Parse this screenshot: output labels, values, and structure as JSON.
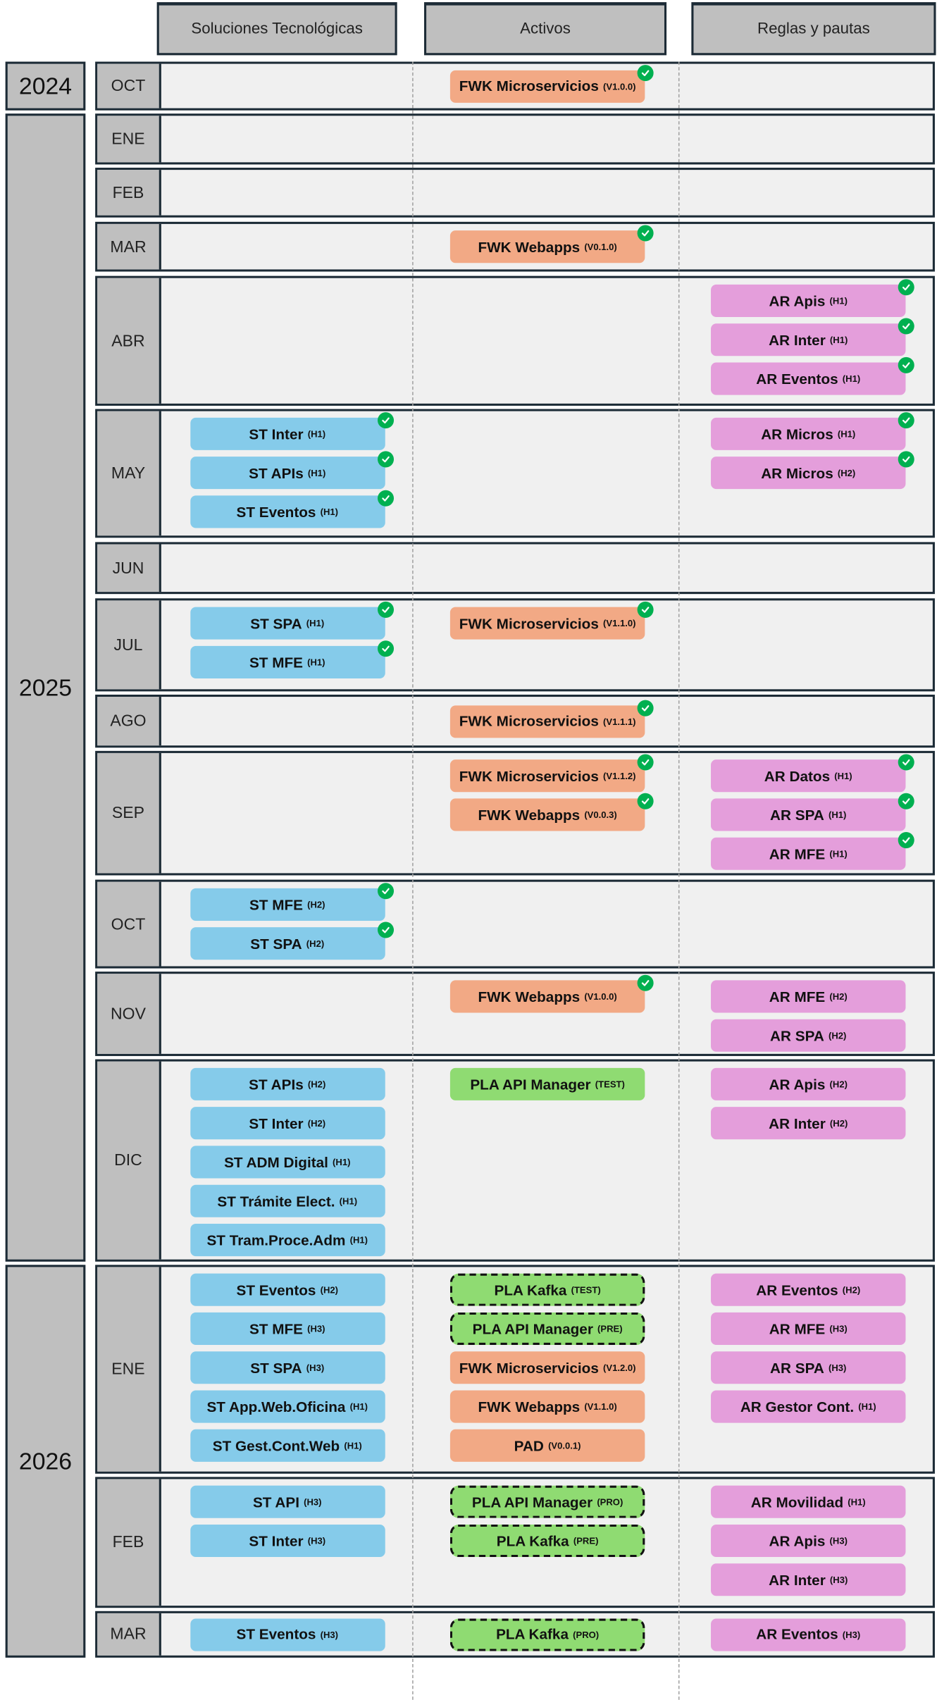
{
  "headers": [
    "Soluciones Tecnológicas",
    "Activos",
    "Reglas y pautas"
  ],
  "colors": {
    "st": "#85cbea",
    "fwk": "#f2a985",
    "pla": "#8fdb72",
    "ar": "#e49edb",
    "check": "#00b050"
  },
  "years": [
    "2024",
    "2025",
    "2026"
  ],
  "rows": [
    {
      "year": "2024",
      "month": "OCT",
      "st": [],
      "activos": [
        {
          "name": "FWK Microservicios",
          "tag": "(V1.0.0)",
          "type": "fwk",
          "done": true
        }
      ],
      "ar": []
    },
    {
      "year": "2025",
      "month": "ENE",
      "st": [],
      "activos": [],
      "ar": []
    },
    {
      "year": "2025",
      "month": "FEB",
      "st": [],
      "activos": [],
      "ar": []
    },
    {
      "year": "2025",
      "month": "MAR",
      "st": [],
      "activos": [
        {
          "name": "FWK Webapps",
          "tag": "(V0.1.0)",
          "type": "fwk",
          "done": true
        }
      ],
      "ar": []
    },
    {
      "year": "2025",
      "month": "ABR",
      "st": [],
      "activos": [],
      "ar": [
        {
          "name": "AR Apis",
          "tag": "(H1)",
          "type": "ar",
          "done": true
        },
        {
          "name": "AR Inter",
          "tag": "(H1)",
          "type": "ar",
          "done": true
        },
        {
          "name": "AR Eventos",
          "tag": "(H1)",
          "type": "ar",
          "done": true
        }
      ]
    },
    {
      "year": "2025",
      "month": "MAY",
      "st": [
        {
          "name": "ST Inter",
          "tag": "(H1)",
          "type": "st",
          "done": true
        },
        {
          "name": "ST APIs",
          "tag": "(H1)",
          "type": "st",
          "done": true
        },
        {
          "name": "ST Eventos",
          "tag": "(H1)",
          "type": "st",
          "done": true
        }
      ],
      "activos": [],
      "ar": [
        {
          "name": "AR Micros",
          "tag": "(H1)",
          "type": "ar",
          "done": true
        },
        {
          "name": "AR Micros",
          "tag": "(H2)",
          "type": "ar",
          "done": true
        }
      ]
    },
    {
      "year": "2025",
      "month": "JUN",
      "st": [],
      "activos": [],
      "ar": []
    },
    {
      "year": "2025",
      "month": "JUL",
      "st": [
        {
          "name": "ST SPA",
          "tag": "(H1)",
          "type": "st",
          "done": true
        },
        {
          "name": "ST MFE",
          "tag": "(H1)",
          "type": "st",
          "done": true
        }
      ],
      "activos": [
        {
          "name": "FWK Microservicios",
          "tag": "(V1.1.0)",
          "type": "fwk",
          "done": true
        }
      ],
      "ar": []
    },
    {
      "year": "2025",
      "month": "AGO",
      "st": [],
      "activos": [
        {
          "name": "FWK Microservicios",
          "tag": "(V1.1.1)",
          "type": "fwk",
          "done": true
        }
      ],
      "ar": []
    },
    {
      "year": "2025",
      "month": "SEP",
      "st": [],
      "activos": [
        {
          "name": "FWK Microservicios",
          "tag": "(V1.1.2)",
          "type": "fwk",
          "done": true
        },
        {
          "name": "FWK Webapps",
          "tag": "(V0.0.3)",
          "type": "fwk",
          "done": true
        }
      ],
      "ar": [
        {
          "name": "AR Datos",
          "tag": "(H1)",
          "type": "ar",
          "done": true
        },
        {
          "name": "AR SPA",
          "tag": "(H1)",
          "type": "ar",
          "done": true
        },
        {
          "name": "AR MFE",
          "tag": "(H1)",
          "type": "ar",
          "done": true
        }
      ]
    },
    {
      "year": "2025",
      "month": "OCT",
      "st": [
        {
          "name": "ST MFE",
          "tag": "(H2)",
          "type": "st",
          "done": true
        },
        {
          "name": "ST SPA",
          "tag": "(H2)",
          "type": "st",
          "done": true
        }
      ],
      "activos": [],
      "ar": []
    },
    {
      "year": "2025",
      "month": "NOV",
      "st": [],
      "activos": [
        {
          "name": "FWK Webapps",
          "tag": "(V1.0.0)",
          "type": "fwk",
          "done": true
        }
      ],
      "ar": [
        {
          "name": "AR MFE",
          "tag": "(H2)",
          "type": "ar",
          "done": false
        },
        {
          "name": "AR SPA",
          "tag": "(H2)",
          "type": "ar",
          "done": false
        }
      ]
    },
    {
      "year": "2025",
      "month": "DIC",
      "st": [
        {
          "name": "ST APIs",
          "tag": "(H2)",
          "type": "st",
          "done": false
        },
        {
          "name": "ST Inter",
          "tag": "(H2)",
          "type": "st",
          "done": false
        },
        {
          "name": "ST ADM Digital",
          "tag": "(H1)",
          "type": "st",
          "done": false
        },
        {
          "name": "ST Trámite Elect.",
          "tag": "(H1)",
          "type": "st",
          "done": false
        },
        {
          "name": "ST Tram.Proce.Adm",
          "tag": "(H1)",
          "type": "st",
          "done": false
        }
      ],
      "activos": [
        {
          "name": "PLA API Manager",
          "tag": "(TEST)",
          "type": "pla",
          "done": false
        }
      ],
      "ar": [
        {
          "name": "AR Apis",
          "tag": "(H2)",
          "type": "ar",
          "done": false
        },
        {
          "name": "AR Inter",
          "tag": "(H2)",
          "type": "ar",
          "done": false
        }
      ]
    },
    {
      "year": "2026",
      "month": "ENE",
      "st": [
        {
          "name": "ST Eventos",
          "tag": "(H2)",
          "type": "st",
          "done": false
        },
        {
          "name": "ST MFE",
          "tag": "(H3)",
          "type": "st",
          "done": false
        },
        {
          "name": "ST SPA",
          "tag": "(H3)",
          "type": "st",
          "done": false
        },
        {
          "name": "ST App.Web.Oficina",
          "tag": "(H1)",
          "type": "st",
          "done": false
        },
        {
          "name": "ST Gest.Cont.Web",
          "tag": "(H1)",
          "type": "st",
          "done": false
        }
      ],
      "activos": [
        {
          "name": "PLA Kafka",
          "tag": "(TEST)",
          "type": "pla",
          "dashed": true,
          "done": false
        },
        {
          "name": "PLA API Manager",
          "tag": "(PRE)",
          "type": "pla",
          "dashed": true,
          "done": false
        },
        {
          "name": "FWK Microservicios",
          "tag": "(V1.2.0)",
          "type": "fwk",
          "done": false
        },
        {
          "name": "FWK Webapps",
          "tag": "(V1.1.0)",
          "type": "fwk",
          "done": false
        },
        {
          "name": "PAD",
          "tag": "(V0.0.1)",
          "type": "fwk",
          "done": false
        }
      ],
      "ar": [
        {
          "name": "AR Eventos",
          "tag": "(H2)",
          "type": "ar",
          "done": false
        },
        {
          "name": "AR MFE",
          "tag": "(H3)",
          "type": "ar",
          "done": false
        },
        {
          "name": "AR SPA",
          "tag": "(H3)",
          "type": "ar",
          "done": false
        },
        {
          "name": "AR Gestor Cont.",
          "tag": "(H1)",
          "type": "ar",
          "done": false
        }
      ]
    },
    {
      "year": "2026",
      "month": "FEB",
      "st": [
        {
          "name": "ST API",
          "tag": "(H3)",
          "type": "st",
          "done": false
        },
        {
          "name": "ST Inter",
          "tag": "(H3)",
          "type": "st",
          "done": false
        }
      ],
      "activos": [
        {
          "name": "PLA API Manager",
          "tag": "(PRO)",
          "type": "pla",
          "dashed": true,
          "done": false
        },
        {
          "name": "PLA Kafka",
          "tag": "(PRE)",
          "type": "pla",
          "dashed": true,
          "done": false
        }
      ],
      "ar": [
        {
          "name": "AR Movilidad",
          "tag": "(H1)",
          "type": "ar",
          "done": false
        },
        {
          "name": "AR Apis",
          "tag": "(H3)",
          "type": "ar",
          "done": false
        },
        {
          "name": "AR Inter",
          "tag": "(H3)",
          "type": "ar",
          "done": false
        }
      ]
    },
    {
      "year": "2026",
      "month": "MAR",
      "st": [
        {
          "name": "ST Eventos",
          "tag": "(H3)",
          "type": "st",
          "done": false
        }
      ],
      "activos": [
        {
          "name": "PLA Kafka",
          "tag": "(PRO)",
          "type": "pla",
          "dashed": true,
          "done": false
        }
      ],
      "ar": [
        {
          "name": "AR Eventos",
          "tag": "(H3)",
          "type": "ar",
          "done": false
        }
      ]
    }
  ]
}
